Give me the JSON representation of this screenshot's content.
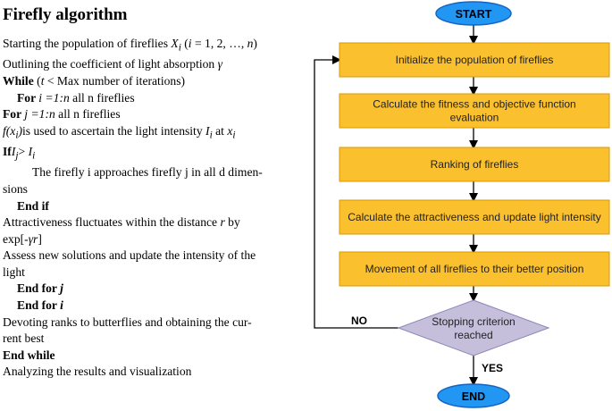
{
  "algorithm": {
    "title": "Firefly algorithm",
    "lines": [
      {
        "segments": [
          {
            "t": "Starting the population of fireflies "
          },
          {
            "t": "X",
            "s": "i"
          },
          {
            "t": "i",
            "s": "i",
            "sub": true
          },
          {
            "t": " ("
          },
          {
            "t": "i",
            "s": "i"
          },
          {
            "t": " = 1, 2, …, "
          },
          {
            "t": "n",
            "s": "i"
          },
          {
            "t": ")"
          }
        ]
      },
      {
        "segments": [
          {
            "t": "Outlining the coefficient of light absorption "
          },
          {
            "t": "γ",
            "s": "i"
          }
        ]
      },
      {
        "segments": [
          {
            "t": "While",
            "s": "b"
          },
          {
            "t": " ("
          },
          {
            "t": "t",
            "s": "i"
          },
          {
            "t": " < Max number of iterations)"
          }
        ]
      },
      {
        "indent": 1,
        "segments": [
          {
            "t": "For ",
            "s": "b"
          },
          {
            "t": "i",
            "s": "i"
          },
          {
            "t": " =1:n",
            "s": "i"
          },
          {
            "t": " all n fireflies"
          }
        ]
      },
      {
        "segments": [
          {
            "t": "For ",
            "s": "b"
          },
          {
            "t": "j",
            "s": "i"
          },
          {
            "t": " =1:n",
            "s": "i"
          },
          {
            "t": " all n fireflies"
          }
        ]
      },
      {
        "segments": [
          {
            "t": "f(x",
            "s": "i"
          },
          {
            "t": "i",
            "s": "i",
            "sub": true
          },
          {
            "t": ")",
            "s": "i"
          },
          {
            "t": "is used to ascertain the light intensity "
          },
          {
            "t": "I",
            "s": "i"
          },
          {
            "t": "i",
            "s": "i",
            "sub": true
          },
          {
            "t": " at "
          },
          {
            "t": "x",
            "s": "i"
          },
          {
            "t": "i",
            "s": "i",
            "sub": true
          }
        ]
      },
      {
        "segments": [
          {
            "t": "If",
            "s": "b"
          },
          {
            "t": "I",
            "s": "i"
          },
          {
            "t": "j",
            "s": "i",
            "sub": true
          },
          {
            "t": "> "
          },
          {
            "t": "I",
            "s": "i"
          },
          {
            "t": "i",
            "s": "i",
            "sub": true
          }
        ]
      },
      {
        "indent": 2,
        "segments": [
          {
            "t": "The firefly i approaches firefly j in all d dimen-"
          }
        ]
      },
      {
        "segments": [
          {
            "t": "sions"
          }
        ]
      },
      {
        "indent": 1,
        "segments": [
          {
            "t": "End if",
            "s": "b"
          }
        ]
      },
      {
        "segments": [
          {
            "t": "Attractiveness fluctuates within the distance "
          },
          {
            "t": "r",
            "s": "i"
          },
          {
            "t": " by"
          }
        ]
      },
      {
        "segments": [
          {
            "t": "exp[-"
          },
          {
            "t": "γr",
            "s": "i"
          },
          {
            "t": "]"
          }
        ]
      },
      {
        "segments": [
          {
            "t": "Assess new solutions and update the intensity of the"
          }
        ]
      },
      {
        "segments": [
          {
            "t": "light"
          }
        ]
      },
      {
        "indent": 1,
        "segments": [
          {
            "t": "End for ",
            "s": "b"
          },
          {
            "t": "j",
            "s": "bi"
          }
        ]
      },
      {
        "indent": 1,
        "segments": [
          {
            "t": "End for ",
            "s": "b"
          },
          {
            "t": "i",
            "s": "bi"
          }
        ]
      },
      {
        "segments": [
          {
            "t": "Devoting ranks to butterflies and obtaining the cur-"
          }
        ]
      },
      {
        "segments": [
          {
            "t": "rent best"
          }
        ]
      },
      {
        "segments": [
          {
            "t": "End while",
            "s": "b"
          }
        ]
      },
      {
        "segments": [
          {
            "t": "Analyzing the results and visualization"
          }
        ]
      }
    ]
  },
  "flowchart": {
    "start": "START",
    "steps": [
      [
        "Initialize the population of fireflies"
      ],
      [
        "Calculate the fitness and objective function",
        "evaluation"
      ],
      [
        "Ranking of fireflies"
      ],
      [
        "Calculate the attractiveness and update light intensity"
      ],
      [
        "Movement of all fireflies to their better position"
      ]
    ],
    "decision": [
      "Stopping criterion",
      "reached"
    ],
    "no_label": "NO",
    "yes_label": "YES",
    "end": "END",
    "colors": {
      "box_fill": "#fbc02d",
      "box_stroke": "#d89a00",
      "terminal_fill": "#2196f3",
      "terminal_stroke": "#1565c0",
      "decision_fill": "#c5bfdc",
      "decision_stroke": "#8e86b5",
      "arrow": "#000000"
    }
  }
}
